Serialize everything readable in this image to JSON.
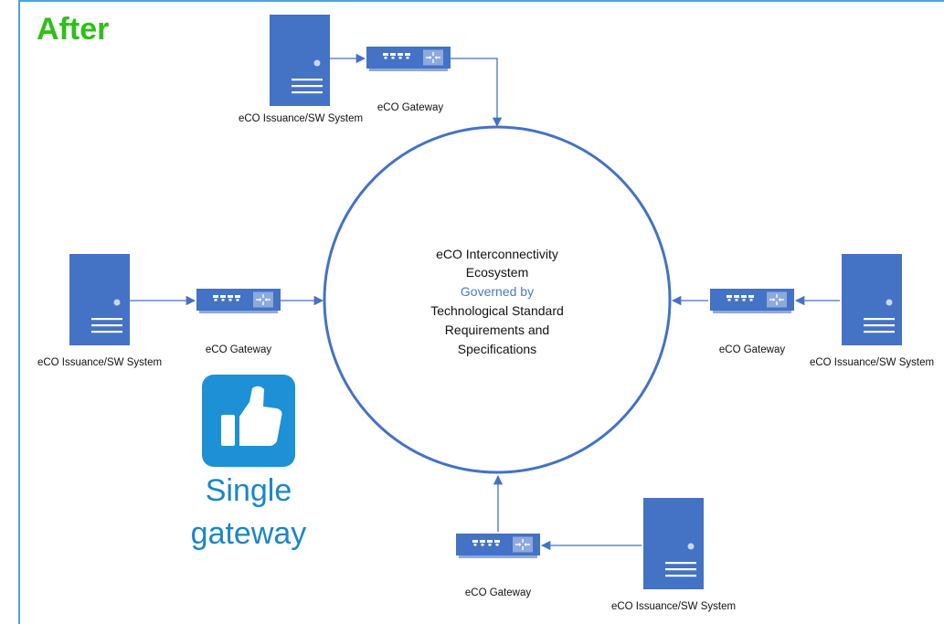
{
  "title": "After",
  "center": {
    "line1": "eCO Interconnectivity",
    "line2": "Ecosystem",
    "line3": "Governed by",
    "line4": "Technological Standard",
    "line5": "Requirements and",
    "line6": "Specifications"
  },
  "labels": {
    "gateway": "eCO Gateway",
    "system": "eCO Issuance/SW System"
  },
  "caption": {
    "line1": "Single",
    "line2": "gateway"
  },
  "icons": {
    "thumbs_up": "thumbs-up-icon",
    "server": "server-icon",
    "gateway": "gateway-device-icon"
  },
  "colors": {
    "title_green": "#2fbf1a",
    "diagram_blue": "#4472c4",
    "accent_blue": "#1a86c8",
    "thumb_tile": "#1e90d6",
    "border_blue": "#4aa3df"
  }
}
